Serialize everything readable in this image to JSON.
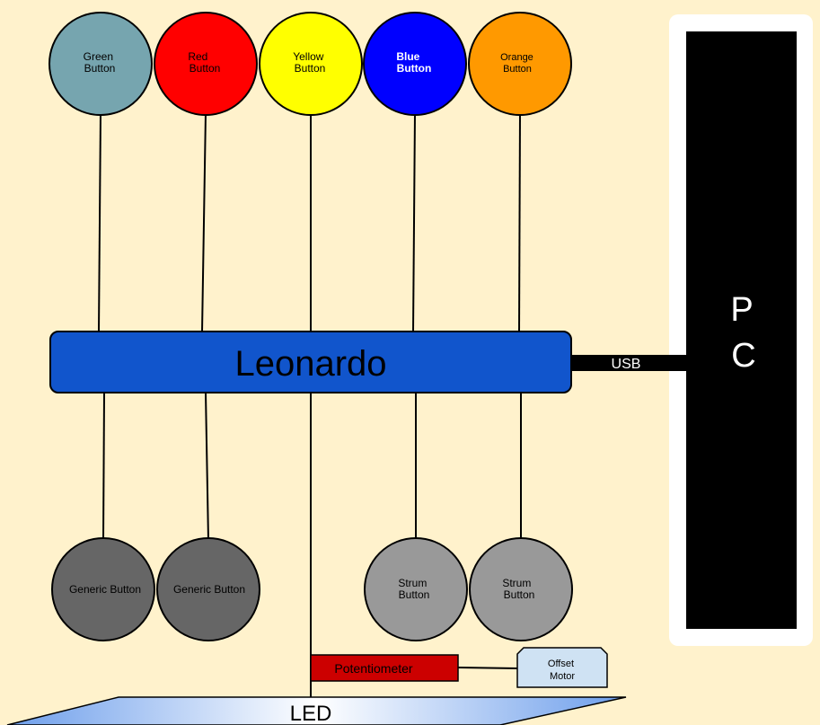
{
  "top_buttons": [
    {
      "line1": "Green",
      "line2": "Button",
      "fill": "#76a5af",
      "text_color": "#000000"
    },
    {
      "line1": "Red",
      "line2": "Button",
      "fill": "#ff0000",
      "text_color": "#000000"
    },
    {
      "line1": "Yellow",
      "line2": "Button",
      "fill": "#ffff00",
      "text_color": "#000000"
    },
    {
      "line1": "Blue",
      "line2": "Button",
      "fill": "#0000ff",
      "text_color": "#ffffff"
    },
    {
      "line1": "Orange",
      "line2": "Button",
      "fill": "#ff9900",
      "text_color": "#000000"
    }
  ],
  "bottom_buttons": [
    {
      "line1": "Generic Button",
      "line2": "",
      "fill": "#666666"
    },
    {
      "line1": "Generic Button",
      "line2": "",
      "fill": "#666666"
    },
    {
      "line1": "Strum",
      "line2": "Button",
      "fill": "#999999"
    },
    {
      "line1": "Strum",
      "line2": "Button",
      "fill": "#999999"
    }
  ],
  "controller": {
    "label": "Leonardo",
    "fill": "#1155cc"
  },
  "usb": {
    "label": "USB"
  },
  "pc": {
    "line1": "P",
    "line2": "C"
  },
  "potentiometer": {
    "label": "Potentiometer",
    "fill": "#cc0000"
  },
  "offset_motor": {
    "line1": "Offset",
    "line2": "Motor",
    "fill": "#cfe2f3"
  },
  "led": {
    "label": "LED"
  },
  "colors": {
    "background": "#fff2cc",
    "wire": "#000000"
  }
}
